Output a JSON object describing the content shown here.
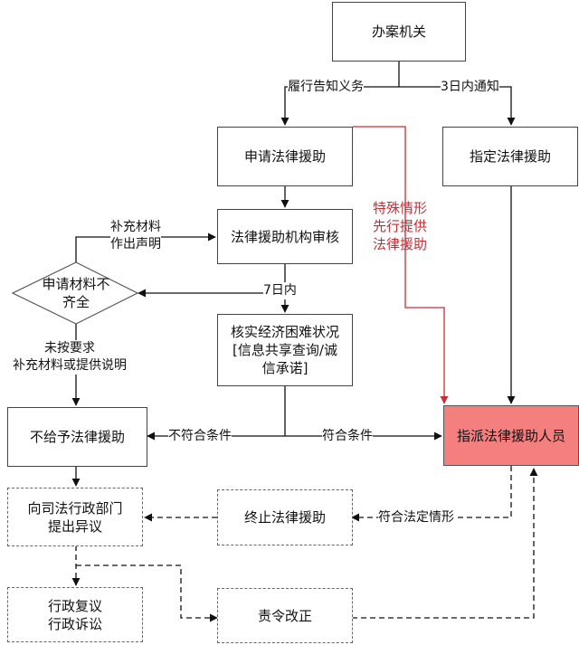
{
  "nodes": {
    "office": "办案机关",
    "apply": "申请法律援助",
    "designate": "指定法律援助",
    "review": "法律援助机构审核",
    "incomplete": "申请材料不\n齐全",
    "verify": "核实经济困难状况\n[信息共享查询/诚\n信承诺]",
    "deny": "不给予法律援助",
    "assign": "指派法律援助人员",
    "objection": "向司法行政部门\n提出异议",
    "terminate": "终止法律援助",
    "reconsider": "行政复议\n行政诉讼",
    "correct": "责令改正"
  },
  "edge_labels": {
    "notify_duty": "履行告知义务",
    "notify_3days": "3日内通知",
    "supplement": "补充材料\n作出声明",
    "seven_days": "7日内",
    "special": "特殊情形\n先行提供\n法律援助",
    "not_supplied": "未按要求\n补充材料或提供说明",
    "not_qualified": "不符合条件",
    "qualified": "符合条件",
    "legal_case": "符合法定情形"
  },
  "colors": {
    "highlight_fill": "#f47f7f",
    "special_path": "#c0313a"
  }
}
